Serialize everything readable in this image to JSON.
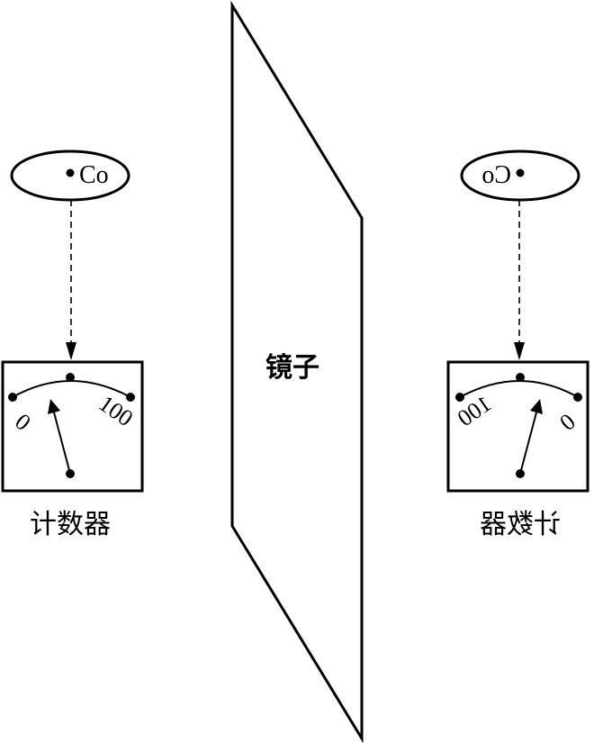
{
  "source": {
    "label": "Co"
  },
  "counter": {
    "label": "计数器",
    "scale_min": "0",
    "scale_max": "100"
  },
  "mirror": {
    "label": "镜子"
  },
  "mirror_image": {
    "source_label": "Co",
    "counter_label": "计数器",
    "scale_min": "0",
    "scale_max": "100"
  }
}
